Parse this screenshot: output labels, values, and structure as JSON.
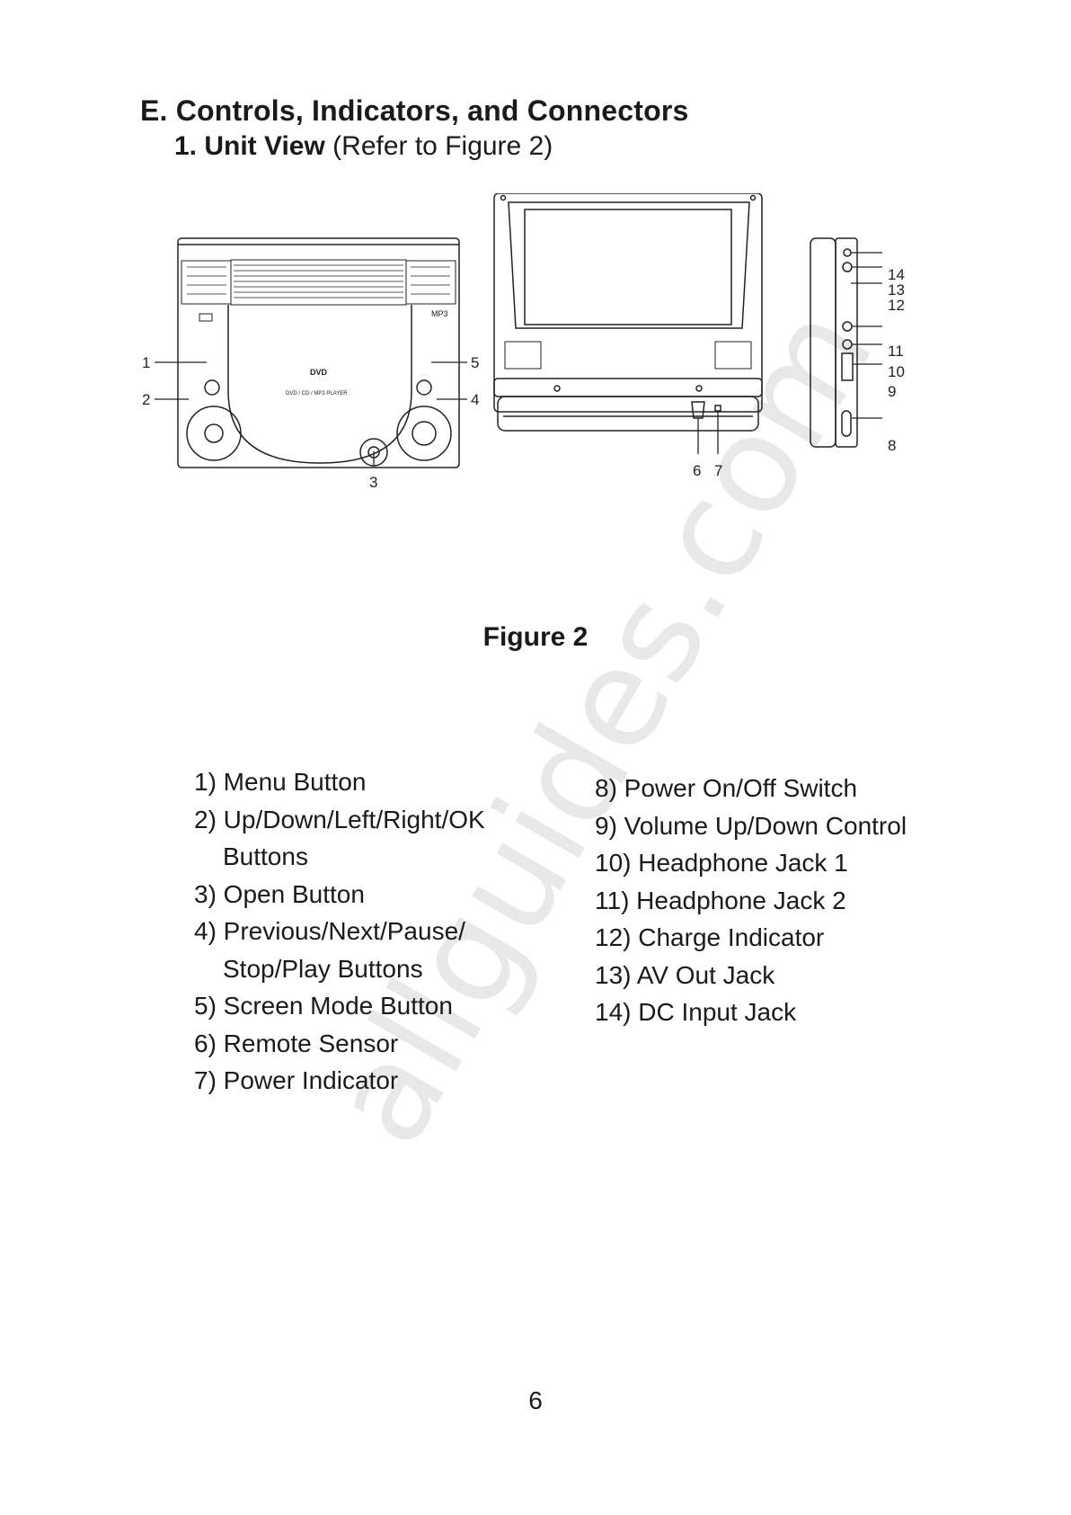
{
  "heading": "E. Controls, Indicators, and Connectors",
  "subheading": {
    "bold": "1. Unit View",
    "rest": " (Refer to Figure 2)"
  },
  "figure": {
    "caption": "Figure 2",
    "callouts": [
      "1",
      "2",
      "3",
      "4",
      "5",
      "6",
      "7",
      "8",
      "9",
      "10",
      "11",
      "12",
      "13",
      "14"
    ],
    "device_labels": {
      "mp3": "MP3",
      "dvd": "DVD",
      "dvd_sub": "DVD / CD / MP3 PLAYER"
    }
  },
  "items_left": [
    {
      "text": "1) Menu Button"
    },
    {
      "text": "2) Up/Down/Left/Right/OK",
      "cont": "Buttons"
    },
    {
      "text": "3) Open Button"
    },
    {
      "text": "4) Previous/Next/Pause/",
      "cont": "Stop/Play Buttons"
    },
    {
      "text": "5) Screen Mode Button"
    },
    {
      "text": "6) Remote Sensor"
    },
    {
      "text": "7) Power Indicator"
    }
  ],
  "items_right": [
    {
      "text": "8) Power On/Off Switch"
    },
    {
      "text": "9) Volume Up/Down Control"
    },
    {
      "text": "10) Headphone Jack 1"
    },
    {
      "text": "11) Headphone Jack 2"
    },
    {
      "text": "12) Charge Indicator"
    },
    {
      "text": "13) AV Out Jack"
    },
    {
      "text": "14) DC Input Jack"
    }
  ],
  "page_number": "6",
  "watermark": "allguides.com"
}
